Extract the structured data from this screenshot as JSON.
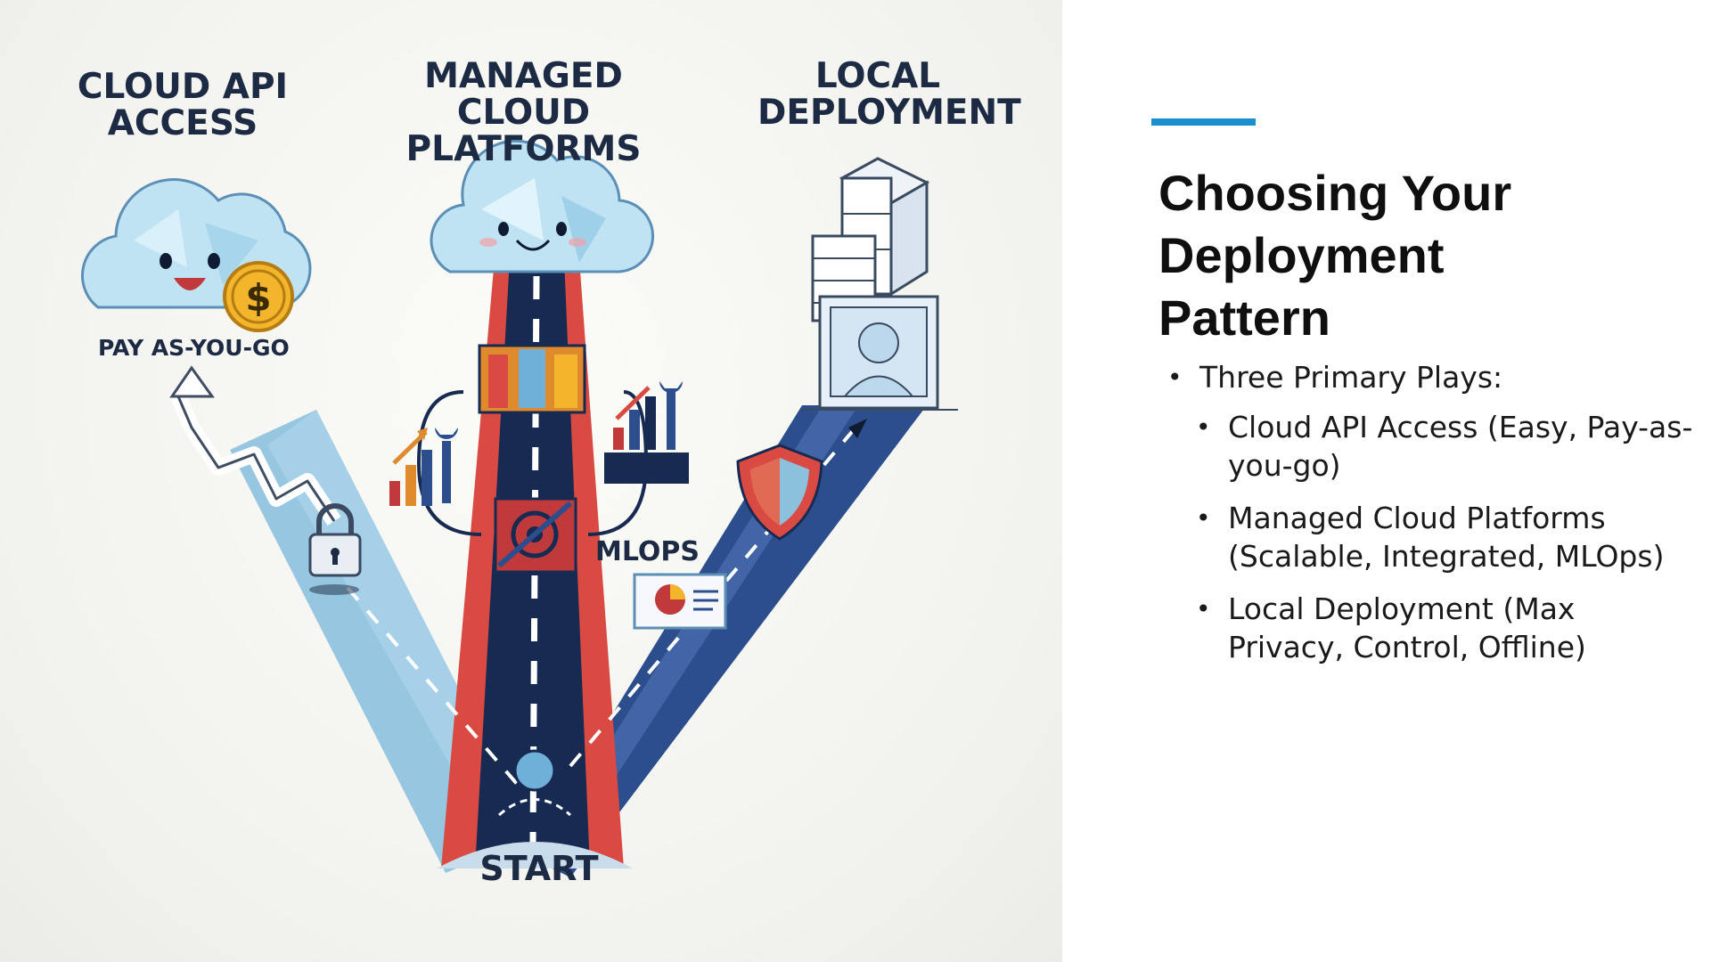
{
  "illustration": {
    "labels": {
      "cloud_api_line1": "CLOUD API",
      "cloud_api_line2": "ACCESS",
      "managed_line1": "MANAGED CLOUD",
      "managed_line2": "PLATFORMS",
      "local_line1": "LOCAL",
      "local_line2": "DEPLOYMENT",
      "pay_as_you_go": "PAY AS-YOU-GO",
      "mlops": "MLOPS",
      "start": "START",
      "dollar": "$"
    },
    "colors": {
      "left_road": "#7fb6d8",
      "center_road": "#172a52",
      "center_road_edge": "#d94a43",
      "right_road": "#2c4e8c",
      "cloud": "#bfe3f3"
    },
    "icons": [
      "cloud-face-icon",
      "coin-dollar-icon",
      "padlock-icon",
      "zigzag-arrow-icon",
      "server-stack-icon",
      "user-frame-icon",
      "shield-icon",
      "bar-chart-icon",
      "wrench-icon",
      "target-icon",
      "pie-chart-card-icon"
    ]
  },
  "slide": {
    "title_lines": [
      "Choosing Your",
      "Deployment",
      "Pattern"
    ],
    "bullets": {
      "heading": "Three Primary Plays:",
      "items": [
        "Cloud API Access (Easy, Pay-as-you-go)",
        "Managed Cloud Platforms (Scalable, Integrated, MLOps)",
        "Local Deployment (Max Privacy, Control, Offline)"
      ]
    },
    "accent_color": "#1a8fd0"
  }
}
